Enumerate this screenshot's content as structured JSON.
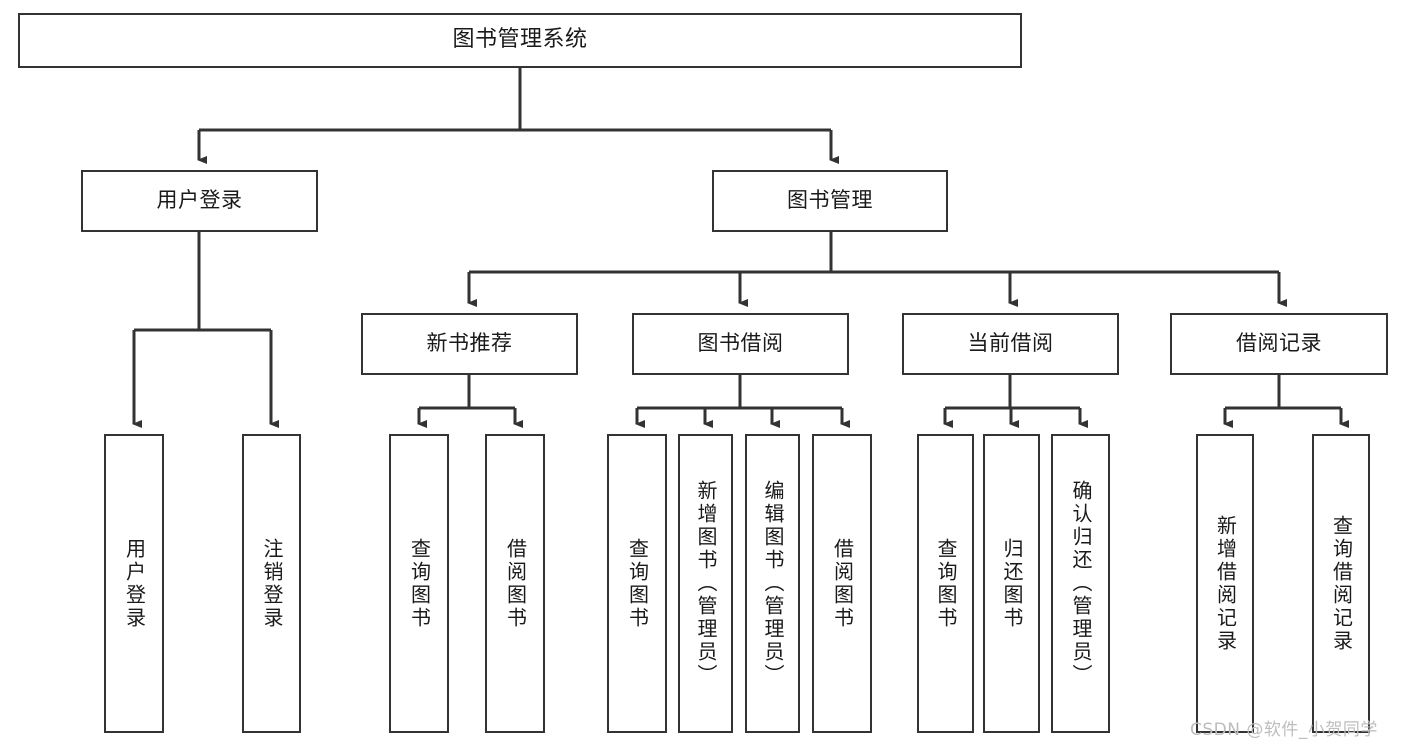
{
  "diagram": {
    "title": "图书管理系统",
    "type": "hierarchy-tree",
    "colors": {
      "stroke": "#333333",
      "fill": "#ffffff",
      "text": "#1a1a1a",
      "watermark": "#bdbdbd"
    },
    "nodes": {
      "root": {
        "label": "图书管理系统",
        "orientation": "horizontal"
      },
      "level2": [
        {
          "label": "用户登录",
          "orientation": "horizontal"
        },
        {
          "label": "图书管理",
          "orientation": "horizontal"
        }
      ],
      "level3": [
        {
          "label": "新书推荐",
          "orientation": "horizontal"
        },
        {
          "label": "图书借阅",
          "orientation": "horizontal"
        },
        {
          "label": "当前借阅",
          "orientation": "horizontal"
        },
        {
          "label": "借阅记录",
          "orientation": "horizontal"
        }
      ],
      "leaves_user_login": [
        {
          "label": "用户登录",
          "orientation": "vertical"
        },
        {
          "label": "注销登录",
          "orientation": "vertical"
        }
      ],
      "leaves_new_book": [
        {
          "label": "查询图书",
          "orientation": "vertical"
        },
        {
          "label": "借阅图书",
          "orientation": "vertical"
        }
      ],
      "leaves_borrow": [
        {
          "label": "查询图书",
          "orientation": "vertical"
        },
        {
          "label": "新增图书（管理员）",
          "orientation": "vertical"
        },
        {
          "label": "编辑图书（管理员）",
          "orientation": "vertical"
        },
        {
          "label": "借阅图书",
          "orientation": "vertical"
        }
      ],
      "leaves_current": [
        {
          "label": "查询图书",
          "orientation": "vertical"
        },
        {
          "label": "归还图书",
          "orientation": "vertical"
        },
        {
          "label": "确认归还（管理员）",
          "orientation": "vertical"
        }
      ],
      "leaves_records": [
        {
          "label": "新增借阅记录",
          "orientation": "vertical"
        },
        {
          "label": "查询借阅记录",
          "orientation": "vertical"
        }
      ]
    },
    "watermark": "CSDN @软件_小贺同学"
  }
}
